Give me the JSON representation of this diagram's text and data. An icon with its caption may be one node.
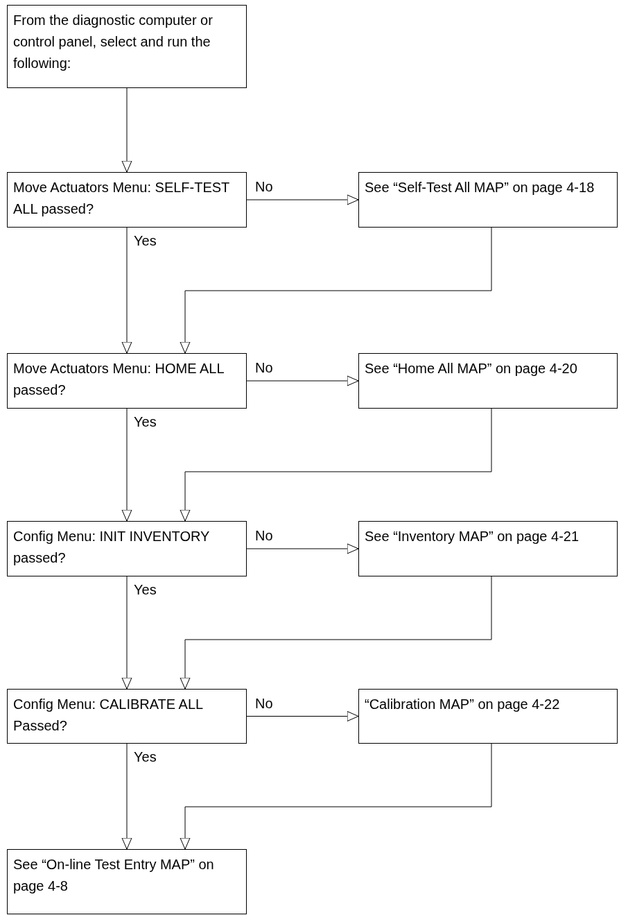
{
  "diagram": {
    "nodes": [
      {
        "text": [
          "From the diagnostic computer or control panel, select and run the following:"
        ]
      },
      {
        "text": [
          "Move Actuators Menu: SELF-TEST ALL passed?"
        ]
      },
      {
        "text": [
          "See “Self-Test All MAP” on page 4-18"
        ]
      },
      {
        "text": [
          "Move Actuators Menu: HOME ALL passed?"
        ]
      },
      {
        "text": [
          "See “Home All MAP” on page 4-20"
        ]
      },
      {
        "text": [
          "Config Menu: INIT INVENTORY passed?"
        ]
      },
      {
        "text": [
          "See “Inventory MAP” on page 4-21"
        ]
      },
      {
        "text": [
          "Config Menu: CALIBRATE ALL Passed?"
        ]
      },
      {
        "text": [
          "“Calibration MAP” on page 4-22"
        ]
      },
      {
        "text": [
          "See “On-line Test Entry MAP” on page 4-8"
        ]
      }
    ],
    "edges": [
      {
        "from": 0,
        "to": 1,
        "arrow": "to"
      },
      {
        "from": 1,
        "to": 2,
        "arrow": "to",
        "label": "No"
      },
      {
        "from": 1,
        "to": 3,
        "arrow": "to",
        "label": "Yes"
      },
      {
        "from": 2,
        "to": 3,
        "arrow": "to"
      },
      {
        "from": 3,
        "to": 4,
        "arrow": "to",
        "label": "No"
      },
      {
        "from": 3,
        "to": 5,
        "arrow": "to",
        "label": "Yes"
      },
      {
        "from": 4,
        "to": 5,
        "arrow": "to"
      },
      {
        "from": 5,
        "to": 6,
        "arrow": "to",
        "label": "No"
      },
      {
        "from": 5,
        "to": 7,
        "arrow": "to",
        "label": "Yes"
      },
      {
        "from": 6,
        "to": 7,
        "arrow": "to"
      },
      {
        "from": 7,
        "to": 8,
        "arrow": "to",
        "label": "No"
      },
      {
        "from": 7,
        "to": 9,
        "arrow": "to",
        "label": "Yes"
      },
      {
        "from": 8,
        "to": 9,
        "arrow": "to"
      }
    ]
  }
}
